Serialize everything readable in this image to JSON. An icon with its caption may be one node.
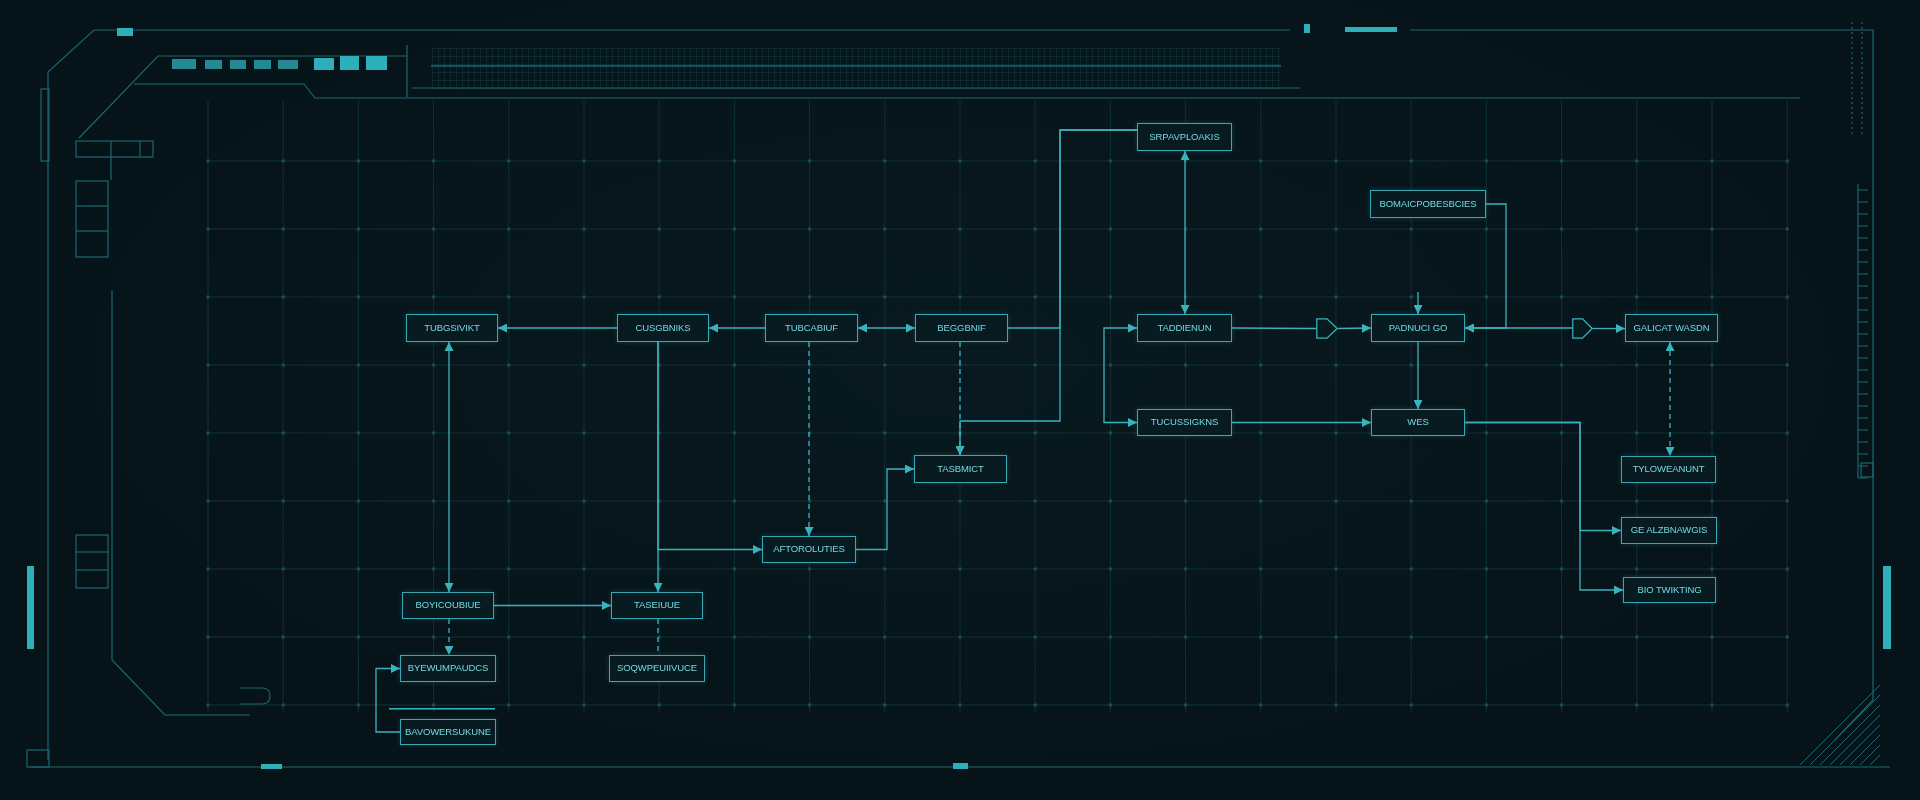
{
  "diagram": {
    "nodes": [
      {
        "text": [
          "SRPAVPLOAKIS"
        ]
      },
      {
        "text": [
          "BOMAICPOBESBCIES"
        ]
      },
      {
        "text": [
          "TUBGSIVIKT"
        ]
      },
      {
        "text": [
          "CUSGBNIKS"
        ]
      },
      {
        "text": [
          "TUBCABIUF"
        ]
      },
      {
        "text": [
          "BEGGBNIF"
        ]
      },
      {
        "text": [
          "TADDIENUN"
        ]
      },
      {
        "text": [],
        "shape": "gate"
      },
      {
        "text": [
          "PADNUCI GO"
        ]
      },
      {
        "text": [],
        "shape": "gate"
      },
      {
        "text": [
          "GALICAT WASDN"
        ]
      },
      {
        "text": [
          "TUCUSSIGKNS"
        ]
      },
      {
        "text": [
          "WES"
        ]
      },
      {
        "text": [
          "TASBMICT"
        ]
      },
      {
        "text": [
          "TYLOWEANUNT"
        ]
      },
      {
        "text": [
          "GE ALZBNAWGIS"
        ]
      },
      {
        "text": [
          "AFTOROLUTIES"
        ]
      },
      {
        "text": [
          "BIO TWIKTING"
        ]
      },
      {
        "text": [
          "BOYICOUBIUE"
        ]
      },
      {
        "text": [
          "TASEIUUE"
        ]
      },
      {
        "text": [
          "BYEWUMPAUDCS"
        ]
      },
      {
        "text": [
          "SOQWPEUIIVUCE"
        ]
      },
      {
        "text": [
          "BAVOWERSUKUNE"
        ]
      }
    ],
    "edges": [
      {
        "from": 3,
        "to": 2,
        "arrow": "to"
      },
      {
        "from": 4,
        "to": 3,
        "arrow": "to"
      },
      {
        "from": 4,
        "to": 5,
        "arrow": "both"
      },
      {
        "from": 5,
        "to": 0,
        "arrow": "none"
      },
      {
        "from": 5,
        "to": 13,
        "arrow": "to",
        "style": "dashed"
      },
      {
        "from": 0,
        "to": 13,
        "arrow": "to"
      },
      {
        "from": 0,
        "to": 6,
        "arrow": "both"
      },
      {
        "from": 6,
        "to": 7,
        "arrow": "none"
      },
      {
        "from": 7,
        "to": 8,
        "arrow": "to"
      },
      {
        "from": 6,
        "to": 11,
        "arrow": "both"
      },
      {
        "from": 11,
        "to": 12,
        "arrow": "to"
      },
      {
        "from": null,
        "to": 8,
        "arrow": "to"
      },
      {
        "from": 1,
        "to": 8,
        "arrow": "to"
      },
      {
        "from": 9,
        "to": 8,
        "arrow": "to"
      },
      {
        "from": 9,
        "to": 10,
        "arrow": "to"
      },
      {
        "from": 10,
        "to": 14,
        "arrow": "both",
        "style": "dashed"
      },
      {
        "from": 8,
        "to": 12,
        "arrow": "to"
      },
      {
        "from": 12,
        "to": 15,
        "arrow": "to"
      },
      {
        "from": 12,
        "to": 17,
        "arrow": "to"
      },
      {
        "from": 2,
        "to": 18,
        "arrow": "both"
      },
      {
        "from": 3,
        "to": 19,
        "arrow": "to"
      },
      {
        "from": 3,
        "to": 16,
        "arrow": "to"
      },
      {
        "from": 4,
        "to": 16,
        "arrow": "to",
        "style": "dashed"
      },
      {
        "from": 16,
        "to": 13,
        "arrow": "to"
      },
      {
        "from": 18,
        "to": 19,
        "arrow": "to"
      },
      {
        "from": 18,
        "to": 20,
        "arrow": "to",
        "style": "dashed"
      },
      {
        "from": 19,
        "to": 21,
        "arrow": "none",
        "style": "dashed"
      },
      {
        "from": 22,
        "to": 20,
        "arrow": "to"
      }
    ]
  }
}
